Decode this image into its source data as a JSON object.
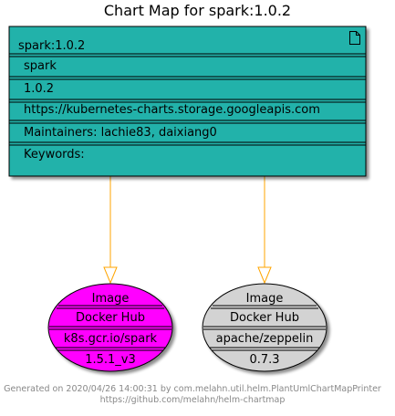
{
  "diagram": {
    "title": "Chart Map for spark:1.0.2",
    "chart": {
      "name": "spark:1.0.2",
      "icon": "document-icon",
      "fields": [
        "spark",
        "1.0.2",
        "https://kubernetes-charts.storage.googleapis.com",
        "Maintainers: lachie83, daixiang0",
        "Keywords:"
      ],
      "fill_color": "#20B2AA"
    },
    "images": [
      {
        "title": "Image",
        "repository": "Docker Hub",
        "name": "k8s.gcr.io/spark",
        "tag": "1.5.1_v3",
        "fill_color": "#FF00FF"
      },
      {
        "title": "Image",
        "repository": "Docker Hub",
        "name": "apache/zeppelin",
        "tag": "0.7.3",
        "fill_color": "#D3D3D3"
      }
    ],
    "edge_color": "#FFA500",
    "footer": {
      "line1": "Generated on 2020/04/26 14:00:31 by com.melahn.util.helm.PlantUmlChartMapPrinter",
      "line2": "https://github.com/melahn/helm-chartmap"
    }
  }
}
